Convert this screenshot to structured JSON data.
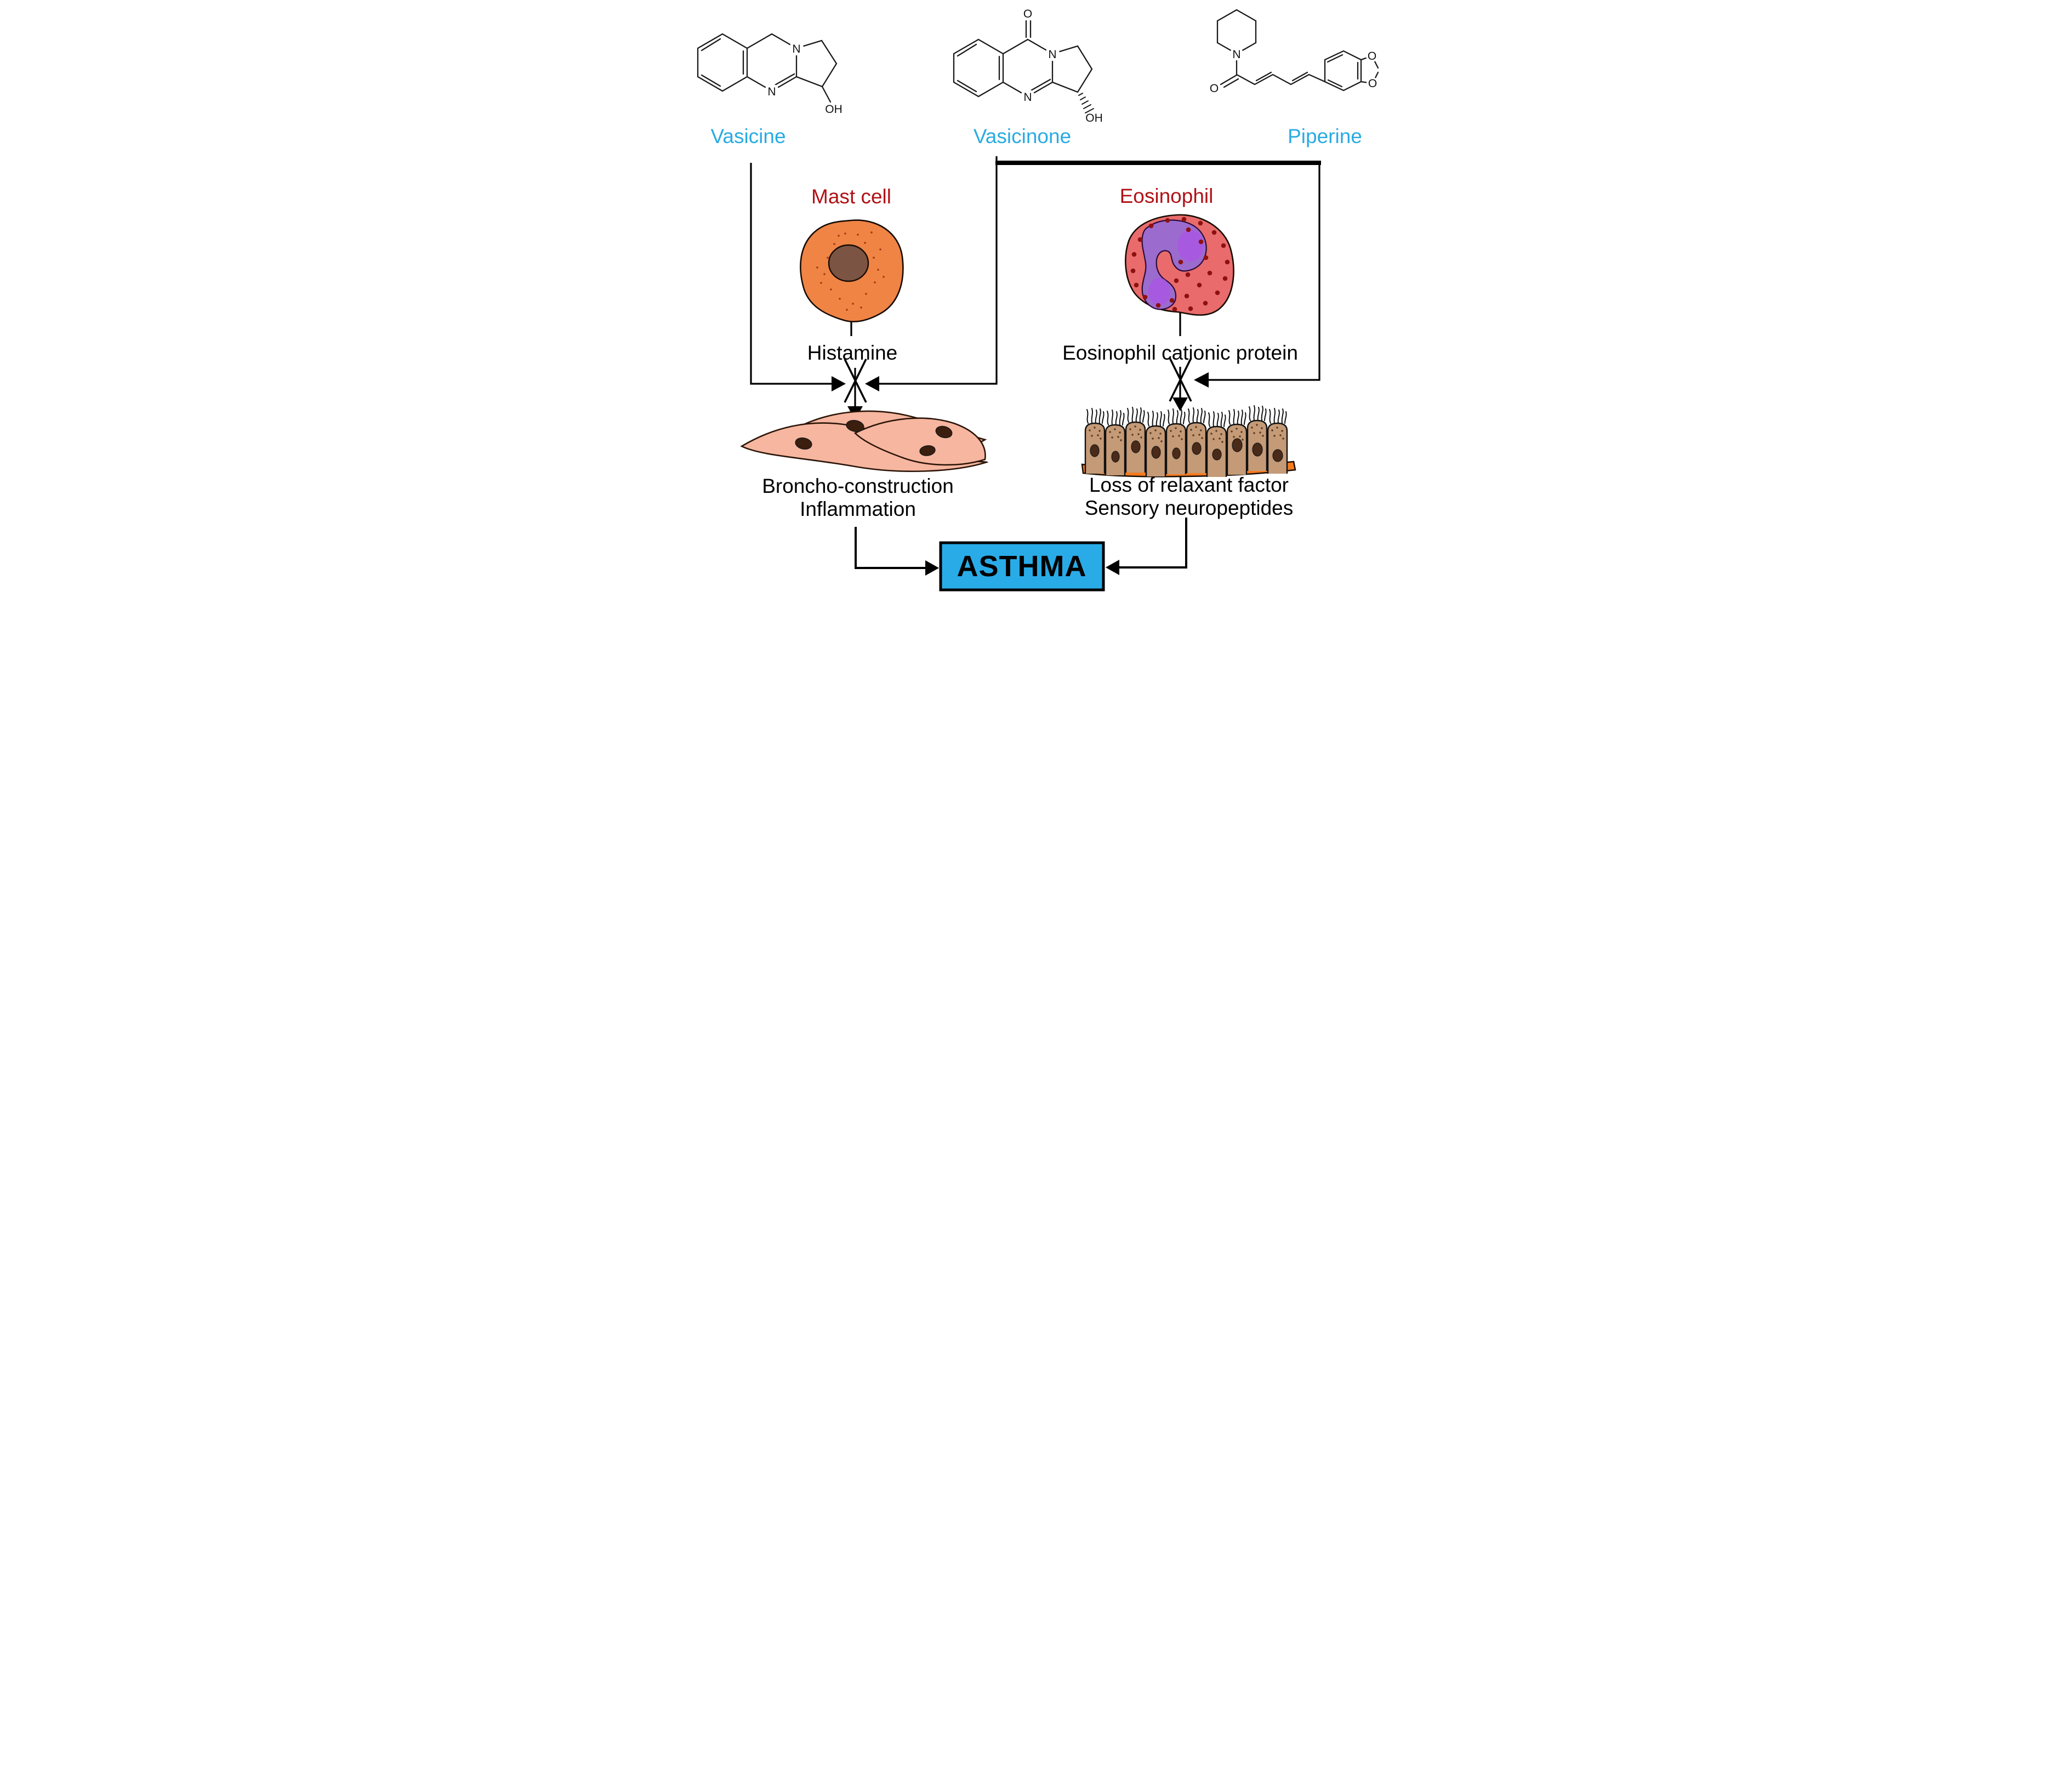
{
  "diagram": {
    "compounds": {
      "left": "Vasicine",
      "middle": "Vasicinone",
      "right": "Piperine"
    },
    "cells": {
      "left": "Mast cell",
      "right": "Eosinophil"
    },
    "mediators": {
      "left": "Histamine",
      "right": "Eosinophil cationic protein"
    },
    "outcomes": {
      "left_line1": "Broncho-construction",
      "left_line2": "Inflammation",
      "right_line1": "Loss of relaxant factor",
      "right_line2": "Sensory neuropeptides"
    },
    "result": "ASTHMA"
  },
  "atoms": {
    "vasicine": {
      "n1": "N",
      "n2": "N",
      "oh": "OH"
    },
    "vasicinone": {
      "o": "O",
      "n1": "N",
      "n2": "N",
      "oh": "OH"
    },
    "piperine": {
      "n": "N",
      "o_carbonyl": "O",
      "o_top": "O",
      "o_bottom": "O"
    }
  },
  "colors": {
    "compound_label": "#29ABE2",
    "cell_label": "#B11116",
    "asthma_box_fill": "#29ABE8",
    "mast_cell_body": "#EF8445",
    "mast_cell_nucleus": "#7C5443",
    "eosinophil_body": "#E96B6B",
    "eosinophil_granules": "#8D1111",
    "eosinophil_nucleus": "#9B6BCD",
    "smooth_muscle_fill": "#F6B6A0",
    "epithelium_fill": "#C49A77",
    "epithelium_base": "#F47B20"
  }
}
